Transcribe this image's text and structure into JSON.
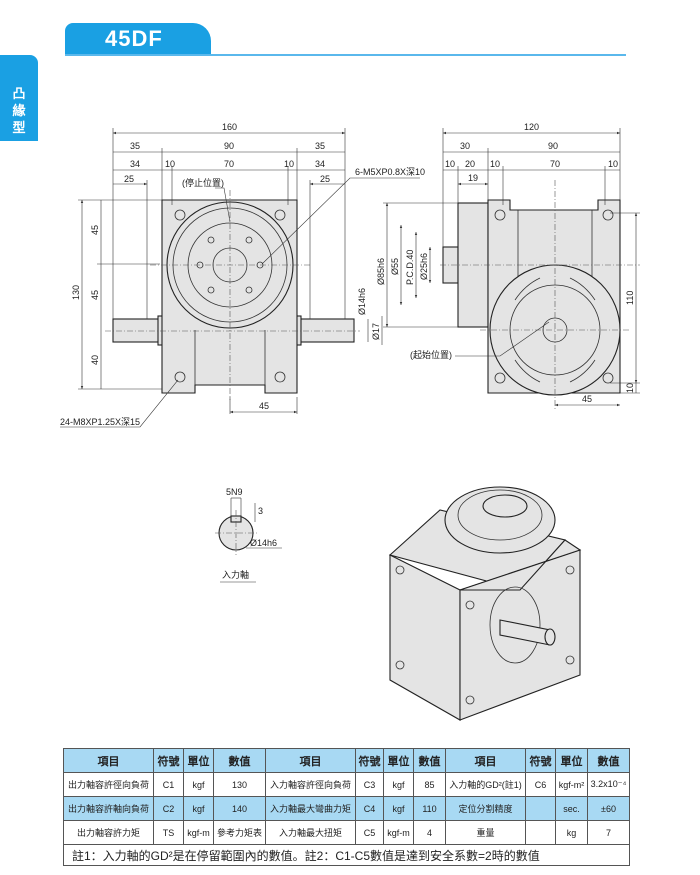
{
  "header": {
    "model": "45DF",
    "category": "凸緣型"
  },
  "front_view": {
    "dims_top": [
      "160",
      "35",
      "90",
      "35",
      "34",
      "10",
      "70",
      "10",
      "34",
      "25",
      "25"
    ],
    "dims_left": [
      "130",
      "45",
      "45",
      "40"
    ],
    "stop_label": "(停止位置)",
    "tap_label": "6-M5XP0.8X深10",
    "shaft_d1": "Ø14h6",
    "shaft_d2": "Ø17",
    "bottom_dim": "45",
    "mount_label": "24-M8XP1.25X深15"
  },
  "side_view": {
    "dims_top": [
      "120",
      "30",
      "90",
      "10",
      "20",
      "10",
      "70",
      "10",
      "19"
    ],
    "dims_left": [
      "Ø85h6",
      "Ø55",
      "P.C.D.40",
      "Ø25h6"
    ],
    "dims_right": [
      "110",
      "10"
    ],
    "start_label": "(起始位置)",
    "bottom_dim": "45"
  },
  "key_detail": {
    "width": "5N9",
    "depth": "3",
    "diameter": "Ø14h6",
    "caption": "入力軸"
  },
  "spec_table": {
    "headers": [
      "項目",
      "符號",
      "單位",
      "數值",
      "項目",
      "符號",
      "單位",
      "數值",
      "項目",
      "符號",
      "單位",
      "數值"
    ],
    "rows": [
      [
        "出力軸容許徑向負荷",
        "C1",
        "kgf",
        "130",
        "入力軸容許徑向負荷",
        "C3",
        "kgf",
        "85",
        "入力軸的GD²(註1)",
        "C6",
        "kgf-m²",
        "3.2x10⁻⁴"
      ],
      [
        "出力軸容許軸向負荷",
        "C2",
        "kgf",
        "140",
        "入力軸最大彎曲力矩",
        "C4",
        "kgf",
        "110",
        "定位分割精度",
        "",
        "sec.",
        "±60"
      ],
      [
        "出力軸容許力矩",
        "TS",
        "kgf-m",
        "參考力矩表",
        "入力軸最大扭矩",
        "C5",
        "kgf-m",
        "4",
        "重量",
        "",
        "kg",
        "7"
      ]
    ],
    "note": "註1：入力軸的GD²是在停留範圍內的數值。註2：C1-C5數值是達到安全系數=2時的數值"
  }
}
